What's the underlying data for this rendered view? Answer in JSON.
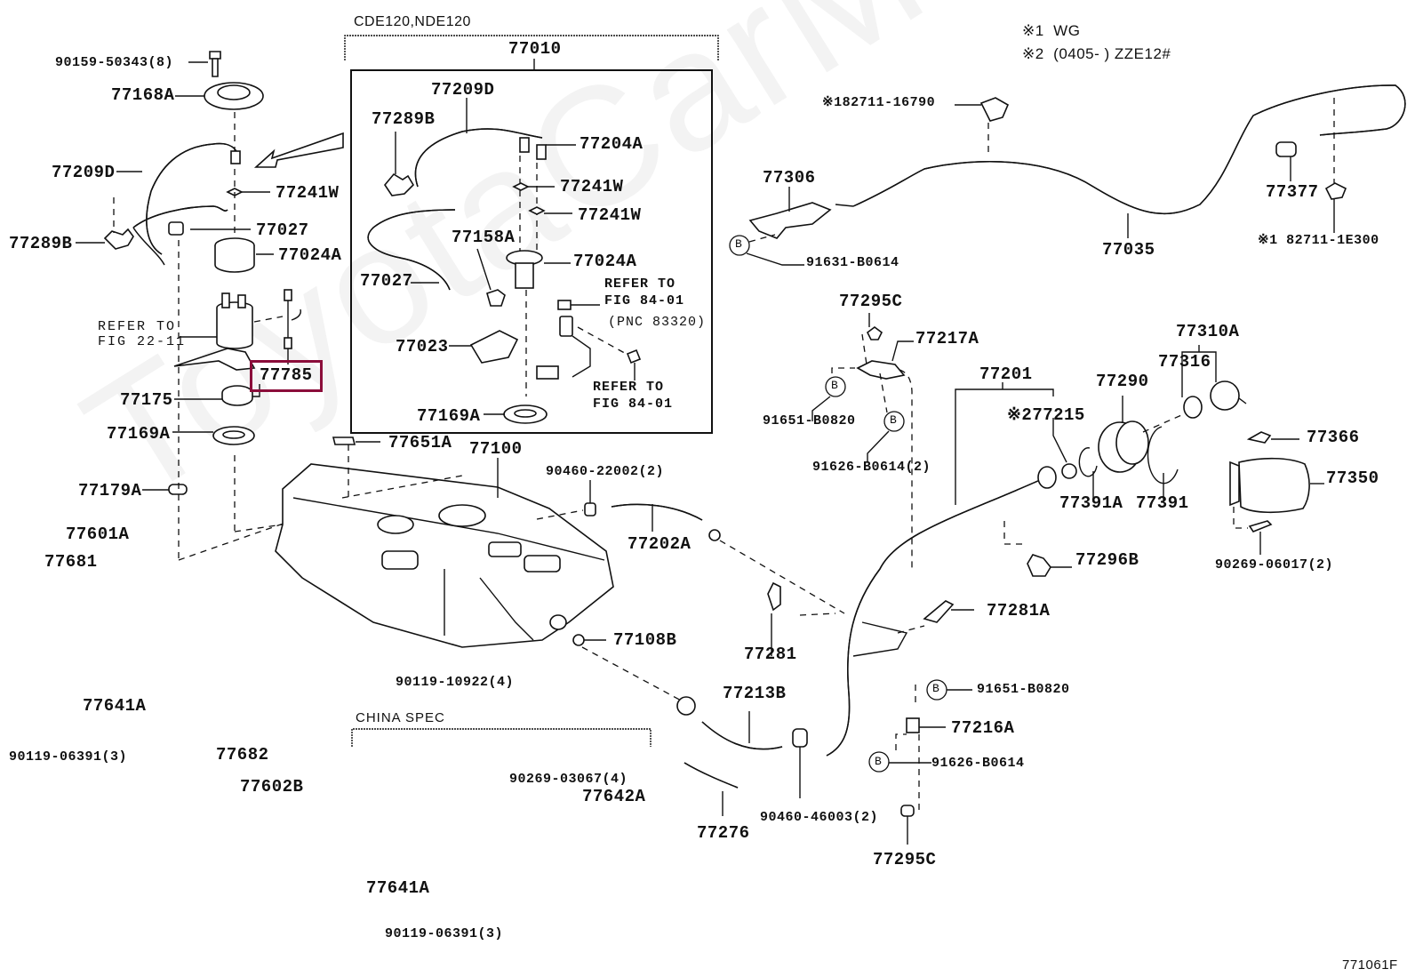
{
  "diagram": {
    "figure_id": "771061F",
    "watermark": "ToyotaCarMine.ru",
    "notes": [
      {
        "mark": "※1",
        "text": "WG"
      },
      {
        "mark": "※2",
        "text": "(0405-   ) ZZE12#"
      }
    ],
    "group_boxes": {
      "pump_assembly": {
        "caption": "CDE120,NDE120",
        "part": "77010"
      },
      "china_spec": {
        "caption": "CHINA SPEC"
      }
    },
    "highlighted_part": "77785",
    "highlight_color": "#8b0d3a",
    "labels": {
      "p90159_50343": "90159-50343(8)",
      "p77168A": "77168A",
      "p77209D_l": "77209D",
      "p77241W_l": "77241W",
      "p77027_l": "77027",
      "p77289B_l": "77289B",
      "p77024A_l": "77024A",
      "refer_22_11_a": "REFER TO",
      "refer_22_11_b": "FIG 22-11",
      "p77785": "77785",
      "p77175": "77175",
      "p77169A_l": "77169A",
      "p77179A": "77179A",
      "p77601A": "77601A",
      "p77681": "77681",
      "p77641A_l": "77641A",
      "p90119_06391_l": "90119-06391(3)",
      "p77682": "77682",
      "p77602B": "77602B",
      "p77010": "77010",
      "p77209D_b": "77209D",
      "p77289B_b": "77289B",
      "p77204A": "77204A",
      "p77241W_b1": "77241W",
      "p77241W_b2": "77241W",
      "p77158A": "77158A",
      "p77024A_b": "77024A",
      "p77027_b": "77027",
      "refer_84_01_a1": "REFER TO",
      "refer_84_01_a2": "FIG 84-01",
      "pnc_83320": "(PNC 83320)",
      "p77023": "77023",
      "refer_84_01_b1": "REFER TO",
      "refer_84_01_b2": "FIG 84-01",
      "p77169A_b": "77169A",
      "p77651A": "77651A",
      "p77100": "77100",
      "p90460_22002": "90460-22002(2)",
      "p77202A": "77202A",
      "p77108B": "77108B",
      "p90119_10922": "90119-10922(4)",
      "p90269_03067": "90269-03067(4)",
      "p77642A": "77642A",
      "p77641A_c": "77641A",
      "p90119_06391_c": "90119-06391(3)",
      "p77213B": "77213B",
      "p77276": "77276",
      "p90460_46003": "90460-46003(2)",
      "p77281": "77281",
      "p82711_16790": "※182711-16790",
      "p77306": "77306",
      "p91631_B0614": "91631-B0614",
      "p77035": "77035",
      "p77377": "77377",
      "p82711_1E300": "※1 82711-1E300",
      "p77295C_t": "77295C",
      "p77217A": "77217A",
      "p91651_B0820_t": "91651-B0820",
      "p91626_B0614_2": "91626-B0614(2)",
      "p77201": "77201",
      "p77215": "※277215",
      "p77290": "77290",
      "p77310A": "77310A",
      "p77316": "77316",
      "p77366": "77366",
      "p77350": "77350",
      "p77391A": "77391A",
      "p77391": "77391",
      "p77296B": "77296B",
      "p90269_06017": "90269-06017(2)",
      "p77281A": "77281A",
      "p91651_B0820_b": "91651-B0820",
      "p77216A": "77216A",
      "p91626_B0614_b": "91626-B0614",
      "p77295C_b": "77295C",
      "circle_b": "B"
    }
  }
}
